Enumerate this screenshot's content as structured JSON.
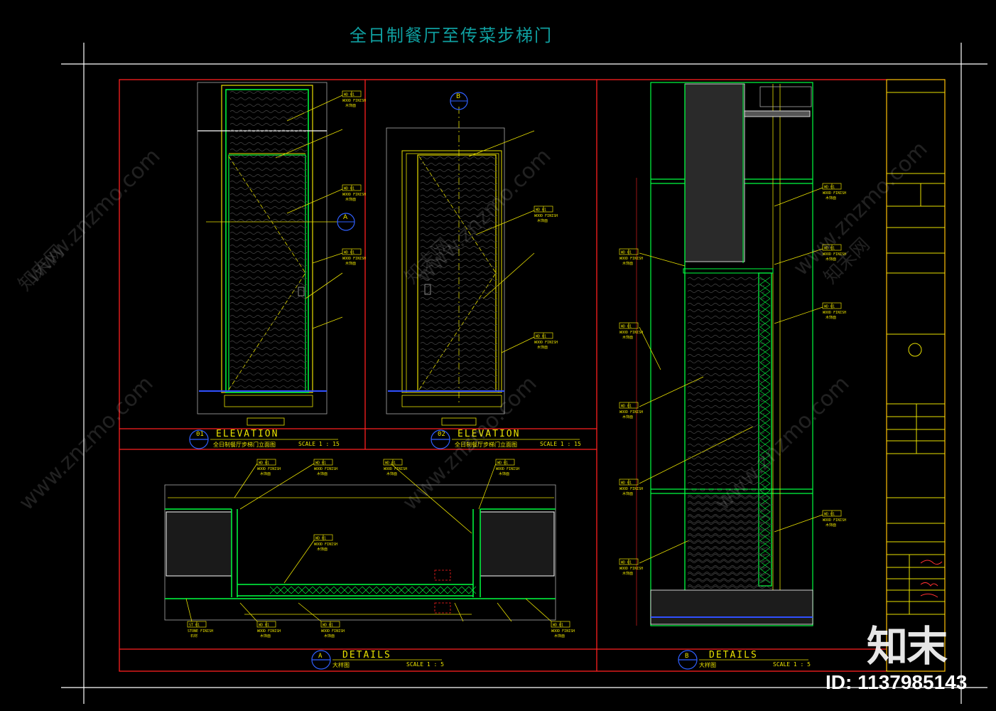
{
  "drawing": {
    "title": "全日制餐厅至传菜步梯门",
    "views": {
      "v01": {
        "number": "01",
        "type": "ELEVATION",
        "name": "全日制餐厅步梯门立面图",
        "scale": "SCALE  1 : 15"
      },
      "v02": {
        "number": "02",
        "type": "ELEVATION",
        "name": "全日制餐厅步梯门立面图",
        "scale": "SCALE  1 : 15"
      },
      "vA": {
        "number": "A",
        "type": "DETAILS",
        "name": "大样图",
        "scale": "SCALE  1 : 5"
      },
      "vB": {
        "number": "B",
        "type": "DETAILS",
        "name": "大样图",
        "scale": "SCALE  1 : 5"
      }
    },
    "section_markers": {
      "a": "A",
      "b": "B"
    },
    "tags": {
      "code_wd": "WD 01",
      "mat_wood": "WOOD FINISH",
      "mat_cn": "木饰面",
      "code_st": "ST 01",
      "mat_stone": "STONE FINISH",
      "mat_stone_cn": "石材"
    }
  },
  "colors": {
    "frame": "#ff2020",
    "cad_yellow": "#e8e000",
    "cad_green": "#00ff40",
    "title_cyan": "#0f9fa0"
  },
  "watermark": {
    "site": "www.znzmo.com",
    "brand": "知末",
    "brand_net": "知末网",
    "id_label": "ID: 1137985143"
  }
}
